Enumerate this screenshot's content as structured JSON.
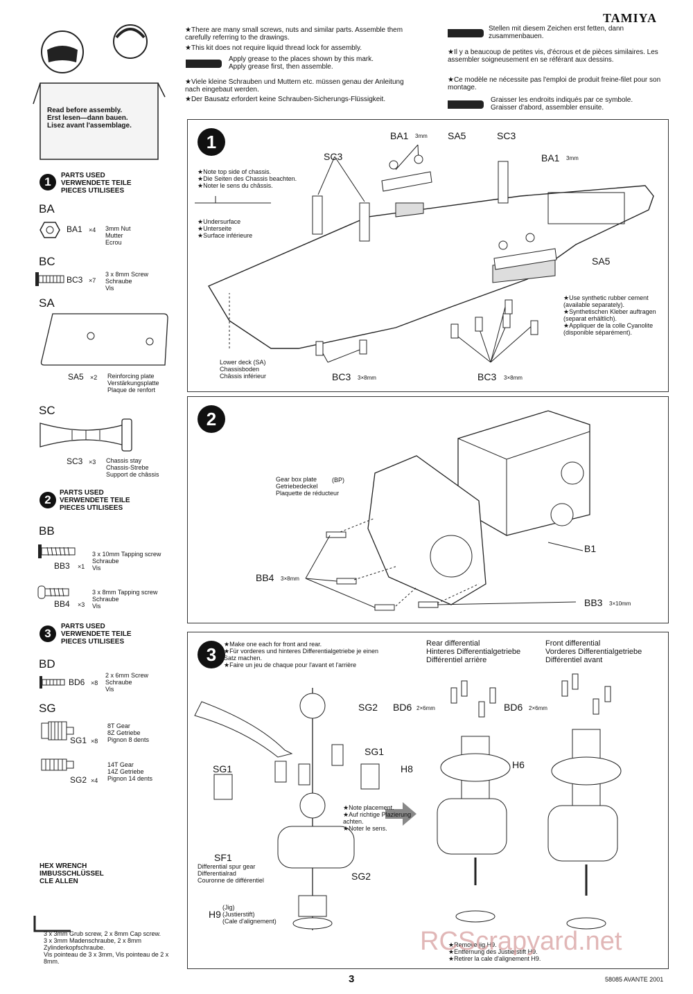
{
  "brand": "TAMIYA",
  "footer": {
    "page": "3",
    "code": "58085 AVANTE 2001"
  },
  "watermark": "RCScrapyard.net",
  "notice": {
    "title": "Read before assembly.\nErst lesen—dann bauen.\nLisez avant l'assemblage."
  },
  "intro": {
    "en1": "★There are many small screws, nuts and similar parts. Assemble them carefully referring to the drawings.",
    "en2": "★This kit does not require liquid thread lock for assembly.",
    "en_grease": "Apply grease to the places shown by this mark.\nApply grease first, then assemble.",
    "de1": "★Viele kleine Schrauben und Muttern etc. müssen genau der Anleitung nach eingebaut werden.",
    "de2": "★Der Bausatz erfordert keine Schrauben-Sicherungs-Flüssigkeit.",
    "de_grease": "Stellen mit diesem Zeichen erst fetten, dann zusammenbauen.",
    "fr1": "★Il y a beaucoup de petites vis, d'écrous et de pièces similaires. Les assembler soigneusement en se référant aux dessins.",
    "fr2": "★Ce modèle ne nécessite pas l'emploi de produit freine-filet pour son montage.",
    "fr_grease": "Graisser les endroits indiqués par ce symbole.\nGraisser d'abord, assembler ensuite."
  },
  "parts_used": "PARTS USED\nVERWENDETE TEILE\nPIECES UTILISEES",
  "sidebar": {
    "s1": {
      "num": "1",
      "groups": [
        {
          "code": "BA",
          "items": [
            {
              "id": "BA1",
              "qty": "×4",
              "desc": "3mm Nut\nMutter\nEcrou"
            }
          ]
        },
        {
          "code": "BC",
          "items": [
            {
              "id": "BC3",
              "qty": "×7",
              "desc": "3 x 8mm Screw\nSchraube\nVis"
            }
          ]
        },
        {
          "code": "SA",
          "items": [
            {
              "id": "SA5",
              "qty": "×2",
              "desc": "Reinforcing plate\nVerstärkungsplatte\nPlaque de renfort"
            }
          ]
        },
        {
          "code": "SC",
          "items": [
            {
              "id": "SC3",
              "qty": "×3",
              "desc": "Chassis stay\nChassis-Strebe\nSupport de châssis"
            }
          ]
        }
      ]
    },
    "s2": {
      "num": "2",
      "groups": [
        {
          "code": "BB",
          "items": [
            {
              "id": "BB3",
              "qty": "×1",
              "desc": "3 x 10mm Tapping screw\nSchraube\nVis"
            },
            {
              "id": "BB4",
              "qty": "×3",
              "desc": "3 x 8mm Tapping screw\nSchraube\nVis"
            }
          ]
        }
      ]
    },
    "s3": {
      "num": "3",
      "groups": [
        {
          "code": "BD",
          "items": [
            {
              "id": "BD6",
              "qty": "×8",
              "desc": "2 x 6mm Screw\nSchraube\nVis"
            }
          ]
        },
        {
          "code": "SG",
          "items": [
            {
              "id": "SG1",
              "qty": "×8",
              "desc": "8T Gear\n8Z Getriebe\nPignon 8 dents"
            },
            {
              "id": "SG2",
              "qty": "×4",
              "desc": "14T Gear\n14Z Getriebe\nPignon 14 dents"
            }
          ]
        }
      ]
    },
    "hex": {
      "title": "HEX WRENCH\nIMBUSSCHLÜSSEL\nCLE ALLEN",
      "desc": "3 x 3mm Grub screw, 2 x 8mm Cap screw.\n3 x 3mm Madenschraube, 2 x 8mm Zylinderkopfschraube.\nVis pointeau de 3 x 3mm, Vis pointeau de 2 x 8mm."
    }
  },
  "step1": {
    "num": "1",
    "note_top": "★Note top side of chassis.\n★Die Seiten des Chassis beachten.\n★Noter le sens du châssis.",
    "note_under": "★Undersurface\n★Unterseite\n★Surface inférieure",
    "note_cement": "★Use synthetic rubber cement\n(available separately).\n★Synthetischen Kleber auftragen\n(separat erhältlich).\n★Appliquer de la colle Cyanolite\n(disponible séparément).",
    "lower_deck": "Lower deck (SA)\nChassisboden\nChâssis inférieur",
    "labels": {
      "ba1": "BA1",
      "ba1_size": "3mm",
      "sa5": "SA5",
      "sc3": "SC3",
      "bc3": "BC3",
      "bc3_size": "3×8mm"
    }
  },
  "step2": {
    "num": "2",
    "gearbox": "Gear box plate\nGetriebedeckel\nPlaquette de réducteur",
    "bp": "(BP)",
    "labels": {
      "b1": "B1",
      "bb4": "BB4",
      "bb4_size": "3×8mm",
      "bb3": "BB3",
      "bb3_size": "3×10mm"
    }
  },
  "step3": {
    "num": "3",
    "note": "★Make one each for front and rear.\n★Für vorderes und hinteres Differentialgetriebe je einen Satz machen.\n★Faire un jeu de chaque pour l'avant et l'arrière",
    "rear": "Rear differential\nHinteres Differentialgetriebe\nDifférentiel arrière",
    "front": "Front differential\nVorderes Differentialgetriebe\nDifférentiel avant",
    "placement": "★Note placement.\n★Auf richtige Plazierung achten.\n★Noter le sens.",
    "sf1": "SF1",
    "sf1_desc": "Differential spur gear\nDifferentialrad\nCouronne de différentiel",
    "h9": "H9",
    "jig": "(Jig)\n(Justierstift)\n(Cale d'alignement)",
    "remove": "★Remove jig H9.\n★Entfernung des Justierstift H9.\n★Retirer la cale d'alignement H9.",
    "labels": {
      "sg1": "SG1",
      "sg2": "SG2",
      "bd6": "BD6",
      "bd6_size": "2×6mm",
      "h8": "H8",
      "h6": "H6"
    }
  }
}
